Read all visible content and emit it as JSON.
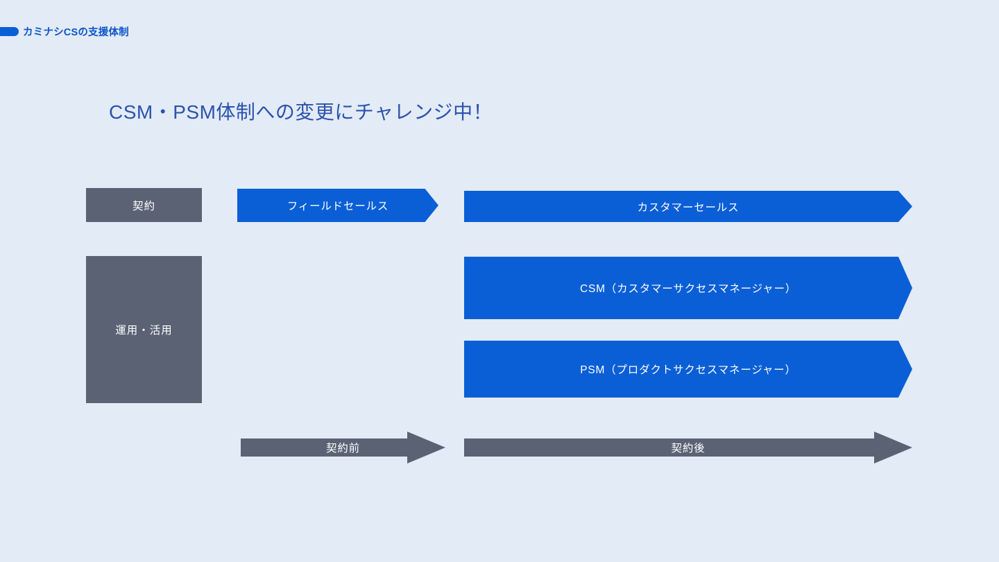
{
  "colors": {
    "background": "#e3ebf6",
    "blue": "#0b5fd6",
    "gray": "#5a6274",
    "title_blue": "#2b52ad",
    "header_blue": "#0b55c9",
    "label_white": "#ffffff"
  },
  "header": {
    "badge_icon": "blue-pill-marker",
    "title": "カミナシCSの支援体制"
  },
  "slide": {
    "title": "CSM・PSM体制への変更にチャレンジ中！"
  },
  "diagram": {
    "type": "process-swimlane",
    "stages": [
      {
        "label": "契約"
      },
      {
        "label": "運用・活用"
      }
    ],
    "pre_contract_bars": [
      {
        "label": "フィールドセールス",
        "shape": "chevron",
        "color": "blue"
      }
    ],
    "post_contract_bars": [
      {
        "label": "カスタマーセールス",
        "shape": "chevron",
        "color": "blue"
      },
      {
        "label": "CSM（カスタマーサクセスマネージャー）",
        "shape": "chevron",
        "color": "blue"
      },
      {
        "label": "PSM（プロダクトサクセスマネージャー）",
        "shape": "chevron",
        "color": "blue"
      }
    ],
    "timeline_arrows": [
      {
        "label": "契約前",
        "color": "gray"
      },
      {
        "label": "契約後",
        "color": "gray"
      }
    ]
  }
}
